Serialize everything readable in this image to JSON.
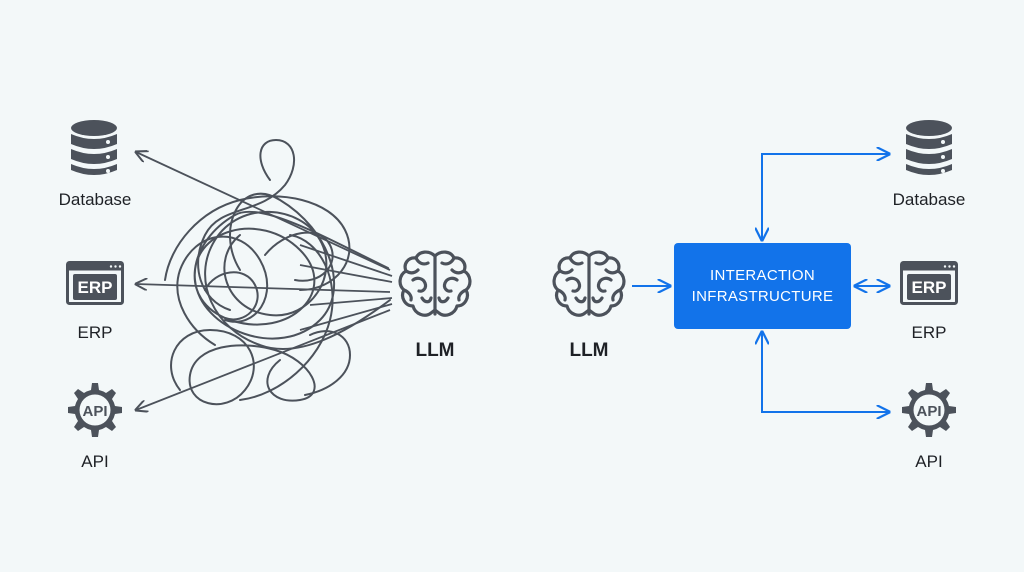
{
  "left": {
    "targets": [
      {
        "label": "Database",
        "icon": "database-icon"
      },
      {
        "label": "ERP",
        "icon": "erp-icon"
      },
      {
        "label": "API",
        "icon": "api-gear-icon"
      }
    ],
    "llm_label": "LLM"
  },
  "right": {
    "llm_label": "LLM",
    "infrastructure": {
      "line1": "INTERACTION",
      "line2": "INFRASTRUCTURE"
    },
    "targets": [
      {
        "label": "Database",
        "icon": "database-icon"
      },
      {
        "label": "ERP",
        "icon": "erp-icon"
      },
      {
        "label": "API",
        "icon": "api-gear-icon"
      }
    ]
  },
  "icon_text": {
    "erp": "ERP",
    "api": "API"
  },
  "colors": {
    "background": "#f3f8f9",
    "icon": "#4c525b",
    "tangle": "#4c525b",
    "accent": "#1273ea",
    "text": "#1e2126"
  }
}
